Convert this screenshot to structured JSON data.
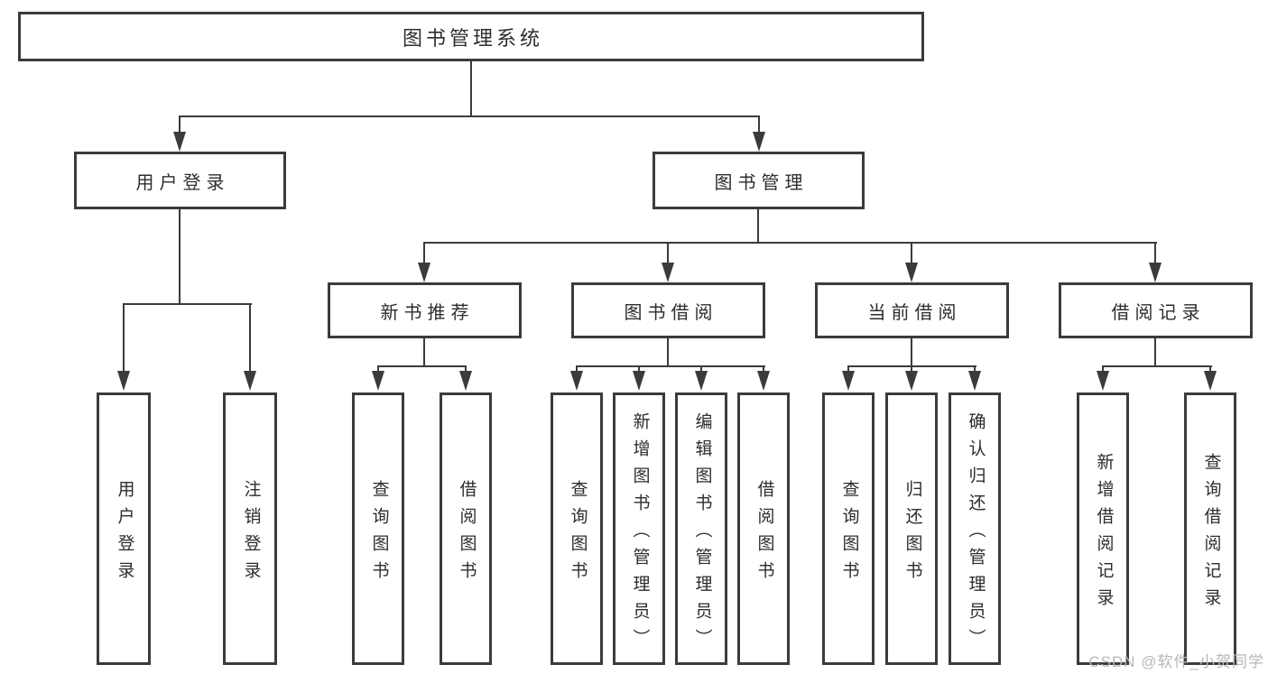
{
  "nodes": {
    "root": "图书管理系统",
    "level2": [
      "用户登录",
      "图书管理"
    ],
    "level3": [
      "新书推荐",
      "图书借阅",
      "当前借阅",
      "借阅记录"
    ],
    "leaves": {
      "user_login": [
        "用户登录",
        "注销登录"
      ],
      "new_books": [
        "查询图书",
        "借阅图书"
      ],
      "book_borrow": [
        "查询图书",
        "新增图书（管理员）",
        "编辑图书（管理员）",
        "借阅图书"
      ],
      "current_borrow": [
        "查询图书",
        "归还图书",
        "确认归还（管理员）"
      ],
      "borrow_records": [
        "新增借阅记录",
        "查询借阅记录"
      ]
    }
  },
  "watermark": "CSDN @软件_小贺同学",
  "colors": {
    "line": "#3b3b3b",
    "box_border": "#3b3b3b",
    "box_fill": "#ffffff",
    "text": "#2d2d2d",
    "watermark": "#b7b7b7",
    "background": "#ffffff"
  }
}
